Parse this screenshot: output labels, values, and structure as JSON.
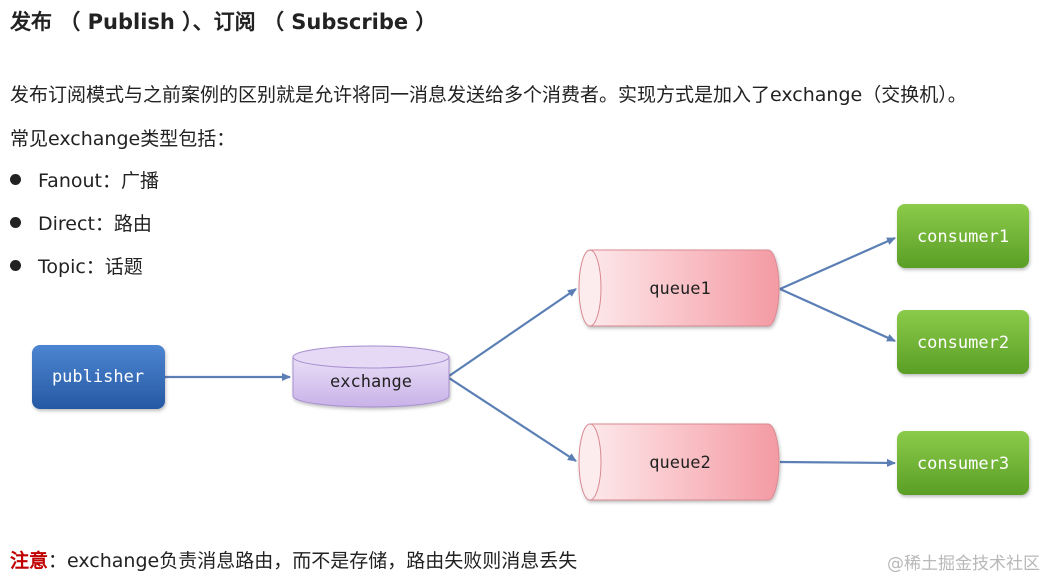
{
  "title": "发布 （ Publish ）、订阅 （ Subscribe ）",
  "intro_line": "发布订阅模式与之前案例的区别就是允许将同一消息发送给多个消费者。实现方式是加入了exchange（交换机）。",
  "types_intro": "常见exchange类型包括：",
  "exchange_types": [
    {
      "text": "Fanout：广播"
    },
    {
      "text": "Direct：路由"
    },
    {
      "text": "Topic：话题"
    }
  ],
  "diagram": {
    "publisher": "publisher",
    "exchange": "exchange",
    "queues": [
      "queue1",
      "queue2"
    ],
    "consumers": [
      "consumer1",
      "consumer2",
      "consumer3"
    ],
    "colors": {
      "publisher": "#2f68b4",
      "exchange": "#d9c8ee",
      "queue": "#f7b7bd",
      "consumer": "#6cb132",
      "arrow": "#5b7fb5"
    }
  },
  "note": {
    "label": "注意",
    "text": "：exchange负责消息路由，而不是存储，路由失败则消息丢失"
  },
  "watermark": "@稀土掘金技术社区"
}
